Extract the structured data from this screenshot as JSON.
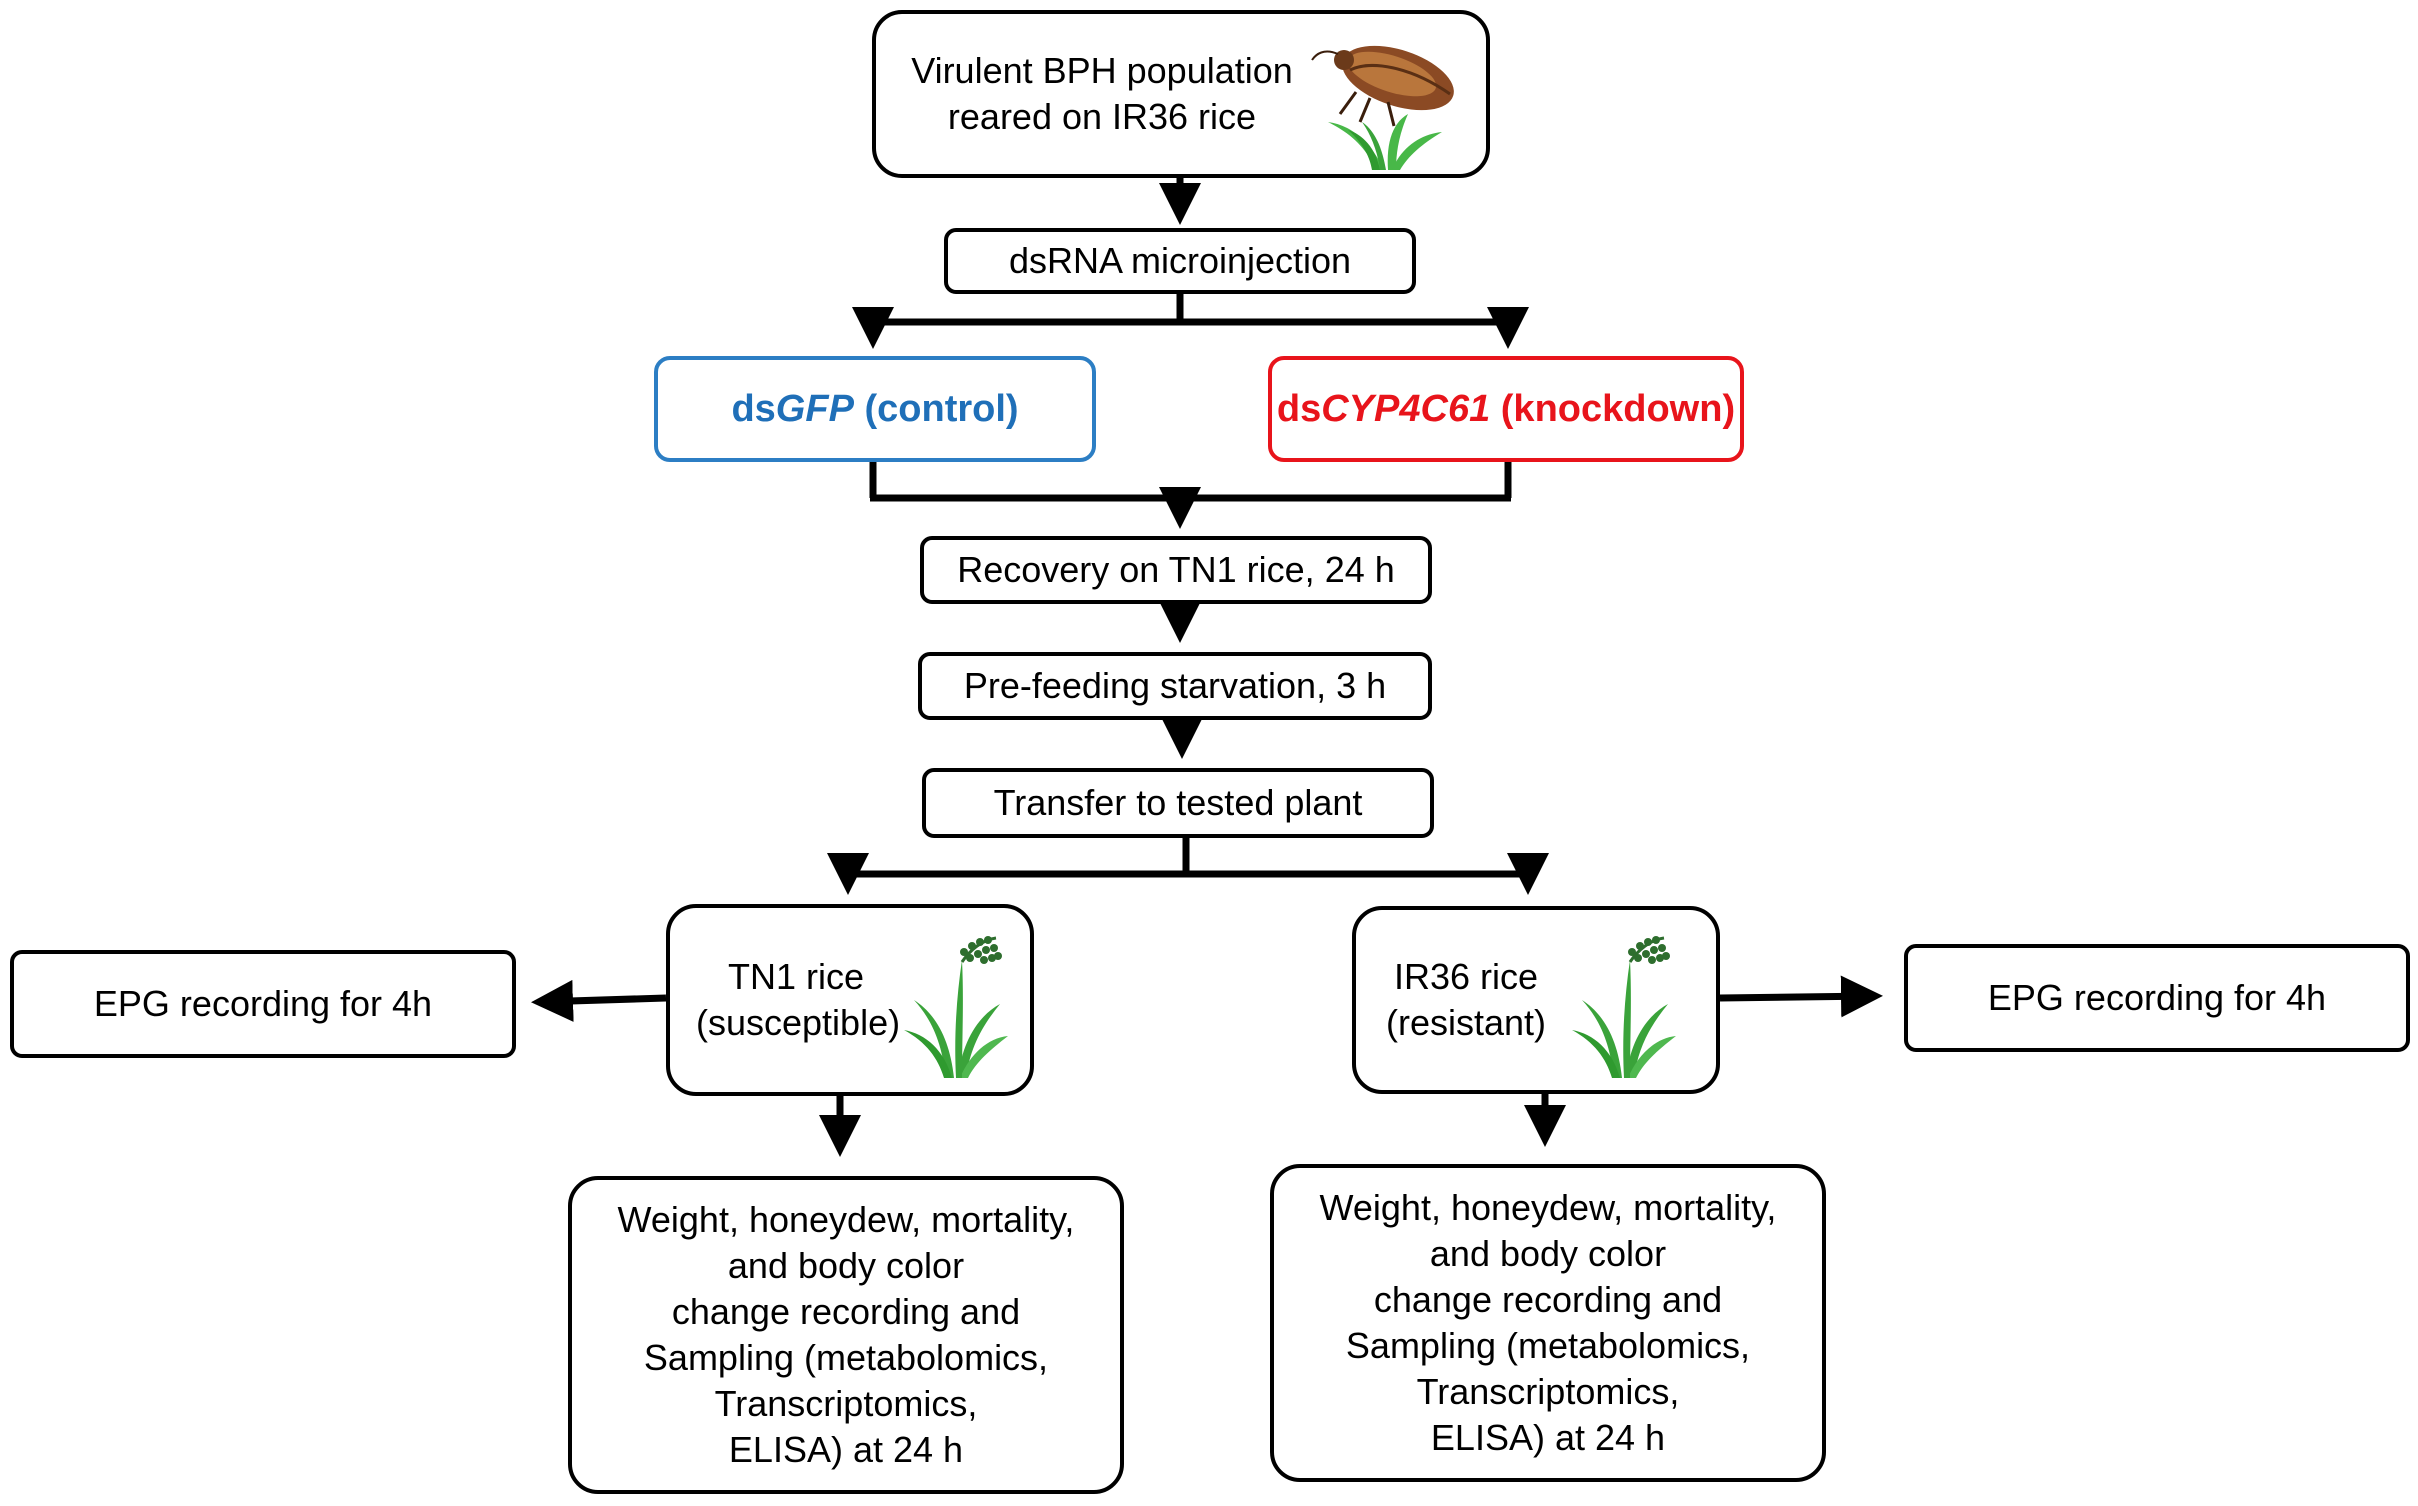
{
  "nodes": {
    "source": {
      "line1": "Virulent BPH population",
      "line2": "reared on IR36 rice"
    },
    "injection": {
      "label": "dsRNA microinjection"
    },
    "control": {
      "prefix": "ds",
      "gene": "GFP",
      "suffix": " (control)"
    },
    "knockdown": {
      "prefix": "ds",
      "gene": "CYP4C61",
      "suffix": " (knockdown)"
    },
    "recovery": {
      "label": "Recovery on TN1 rice, 24 h"
    },
    "starvation": {
      "label": "Pre-feeding starvation, 3 h"
    },
    "transfer": {
      "label": "Transfer to tested plant"
    },
    "tn1": {
      "line1": "TN1 rice",
      "line2": "(susceptible)"
    },
    "ir36": {
      "line1": "IR36 rice",
      "line2": "(resistant)"
    },
    "epg_left": {
      "label": "EPG recording for 4h"
    },
    "epg_right": {
      "label": "EPG recording for 4h"
    },
    "outcome_left": {
      "lines": [
        "Weight, honeydew, mortality,",
        "and body color",
        "change recording and",
        "Sampling (metabolomics,",
        "Transcriptomics,",
        "ELISA) at 24 h"
      ]
    },
    "outcome_right": {
      "lines": [
        "Weight, honeydew, mortality,",
        "and body color",
        "change recording and",
        "Sampling (metabolomics,",
        "Transcriptomics,",
        "ELISA) at 24 h"
      ]
    }
  },
  "colors": {
    "control": "#1f6fb8",
    "knockdown": "#e8141b",
    "lines": "#000000",
    "plant": "#3aa33a"
  },
  "icons": {
    "insect": "planthopper-icon",
    "plant": "rice-plant-icon"
  }
}
